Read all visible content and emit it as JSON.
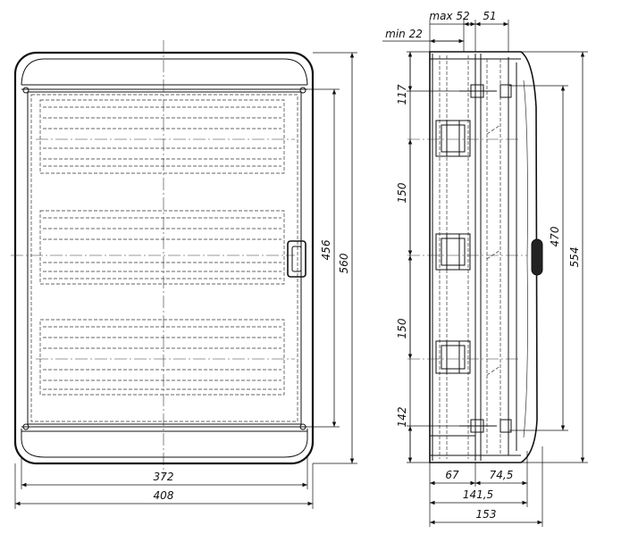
{
  "front_view": {
    "dims": {
      "inner_width": "372",
      "outer_width": "408",
      "inner_height": "456",
      "outer_height": "560"
    }
  },
  "side_view": {
    "dims": {
      "top_max": "max 52",
      "top_right": "51",
      "top_min": "min 22",
      "left_117": "117",
      "left_150a": "150",
      "left_150b": "150",
      "left_142": "142",
      "right_470": "470",
      "right_554": "554",
      "bottom_67": "67",
      "bottom_745": "74,5",
      "bottom_1415": "141,5",
      "bottom_153": "153"
    }
  }
}
